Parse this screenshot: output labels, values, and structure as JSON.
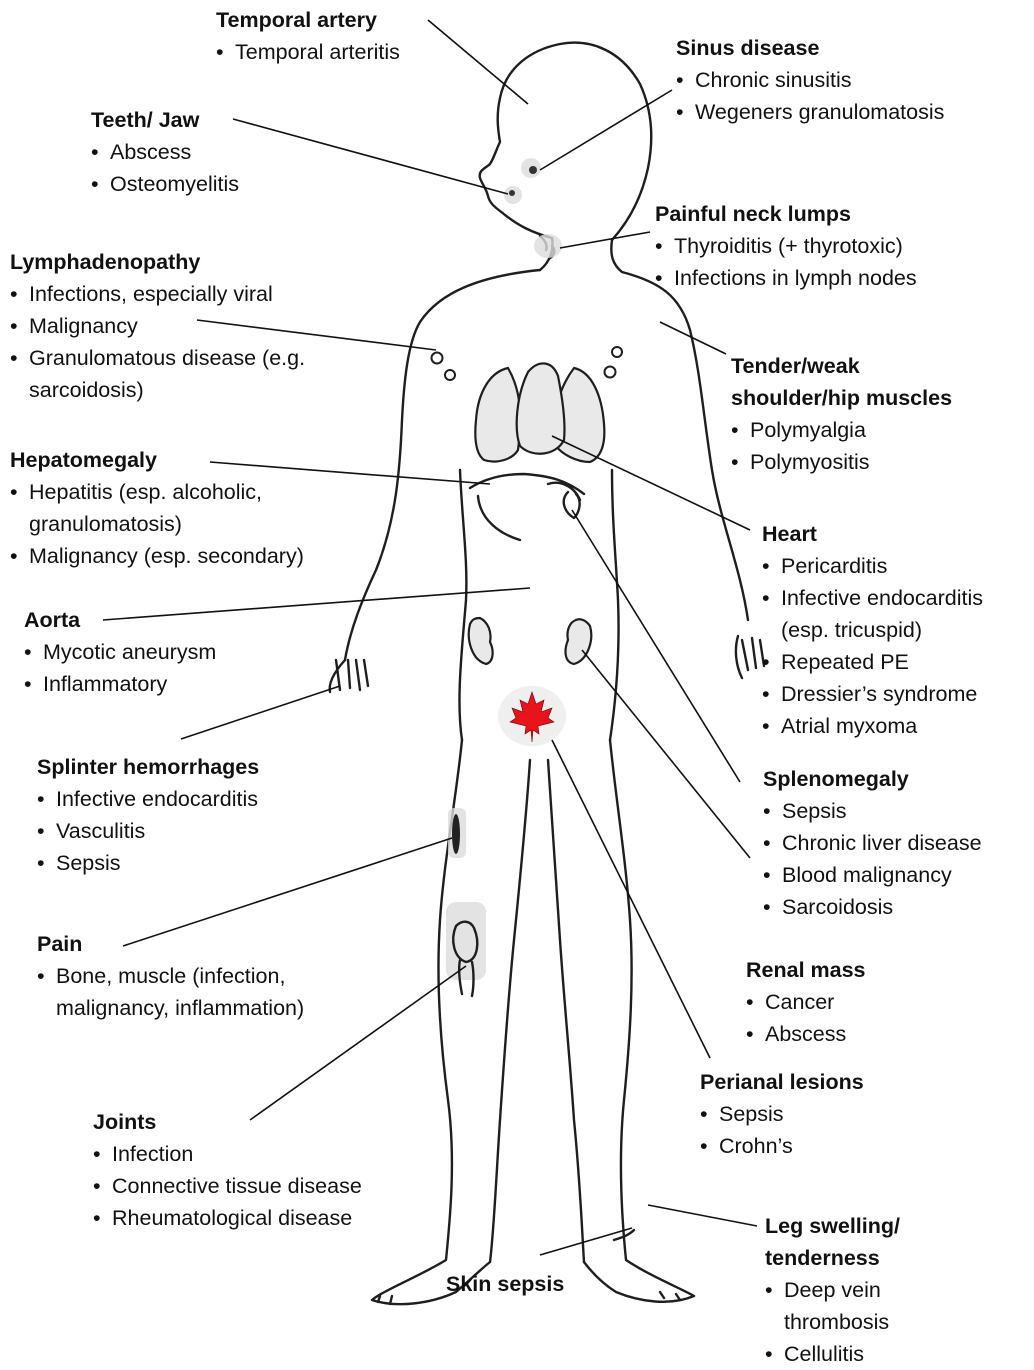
{
  "labels": {
    "temporal_artery": {
      "title": "Temporal artery",
      "items": [
        "Temporal arteritis"
      ]
    },
    "sinus_disease": {
      "title": "Sinus disease",
      "items": [
        "Chronic sinusitis",
        "Wegeners granulomatosis"
      ]
    },
    "teeth_jaw": {
      "title": "Teeth/ Jaw",
      "items": [
        "Abscess",
        "Osteomyelitis"
      ]
    },
    "painful_neck_lumps": {
      "title": "Painful neck lumps",
      "items": [
        "Thyroiditis (+ thyrotoxic)",
        "Infections in lymph nodes"
      ]
    },
    "lymphadenopathy": {
      "title": "Lymphadenopathy",
      "items": [
        "Infections, especially viral",
        "Malignancy",
        "Granulomatous disease (e.g. sarcoidosis)"
      ]
    },
    "tender_weak_muscles": {
      "title_line1": "Tender/weak",
      "title_line2": "shoulder/hip muscles",
      "items": [
        "Polymyalgia",
        "Polymyositis"
      ]
    },
    "hepatomegaly": {
      "title": "Hepatomegaly",
      "items": [
        "Hepatitis (esp. alcoholic, granulomatosis)",
        "Malignancy (esp. secondary)"
      ]
    },
    "heart": {
      "title": "Heart",
      "items": [
        "Pericarditis",
        "Infective endocarditis (esp. tricuspid)",
        "Repeated PE",
        "Dressier’s syndrome",
        "Atrial myxoma"
      ]
    },
    "aorta": {
      "title": "Aorta",
      "items": [
        "Mycotic aneurysm",
        "Inflammatory"
      ]
    },
    "splinter_hemorrhages": {
      "title": "Splinter hemorrhages",
      "items": [
        "Infective endocarditis",
        "Vasculitis",
        "Sepsis"
      ]
    },
    "splenomegaly": {
      "title": "Splenomegaly",
      "items": [
        "Sepsis",
        "Chronic liver disease",
        "Blood malignancy",
        "Sarcoidosis"
      ]
    },
    "pain": {
      "title": "Pain",
      "items": [
        "Bone, muscle (infection, malignancy, inflammation)"
      ]
    },
    "renal_mass": {
      "title": "Renal mass",
      "items": [
        "Cancer",
        "Abscess"
      ]
    },
    "perianal_lesions": {
      "title": "Perianal lesions",
      "items": [
        "Sepsis",
        "Crohn’s"
      ]
    },
    "joints": {
      "title": "Joints",
      "items": [
        "Infection",
        "Connective tissue disease",
        "Rheumatological disease"
      ]
    },
    "leg_swelling": {
      "title_line1": "Leg swelling/",
      "title_line2": "tenderness",
      "items": [
        "Deep vein thrombosis",
        "Cellulitis"
      ]
    },
    "skin_sepsis": {
      "title": "Skin sepsis"
    }
  },
  "colors": {
    "maple_leaf": "#e8141b",
    "outline": "#1e1e1e",
    "organ_fill": "#e9e9e9"
  },
  "icons": {
    "groin_marker": "maple-leaf-icon"
  }
}
